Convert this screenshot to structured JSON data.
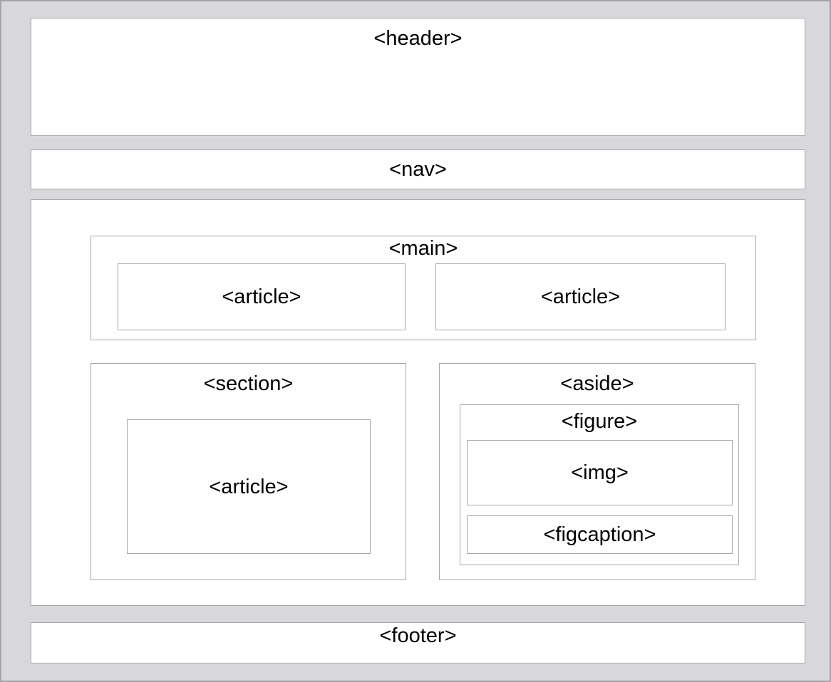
{
  "colors": {
    "page_background": "#d8d8dc",
    "box_background": "#ffffff",
    "box_border": "#a8a8a8",
    "page_border": "#a4a4a8",
    "text": "#000000"
  },
  "boxes": {
    "header": {
      "label": "<header>"
    },
    "nav": {
      "label": "<nav>"
    },
    "main": {
      "label": "<main>"
    },
    "main_article_left": {
      "label": "<article>"
    },
    "main_article_right": {
      "label": "<article>"
    },
    "section": {
      "label": "<section>"
    },
    "section_article": {
      "label": "<article>"
    },
    "aside": {
      "label": "<aside>"
    },
    "figure": {
      "label": "<figure>"
    },
    "img": {
      "label": "<img>"
    },
    "figcaption": {
      "label": "<figcaption>"
    },
    "footer": {
      "label": "<footer>"
    }
  }
}
